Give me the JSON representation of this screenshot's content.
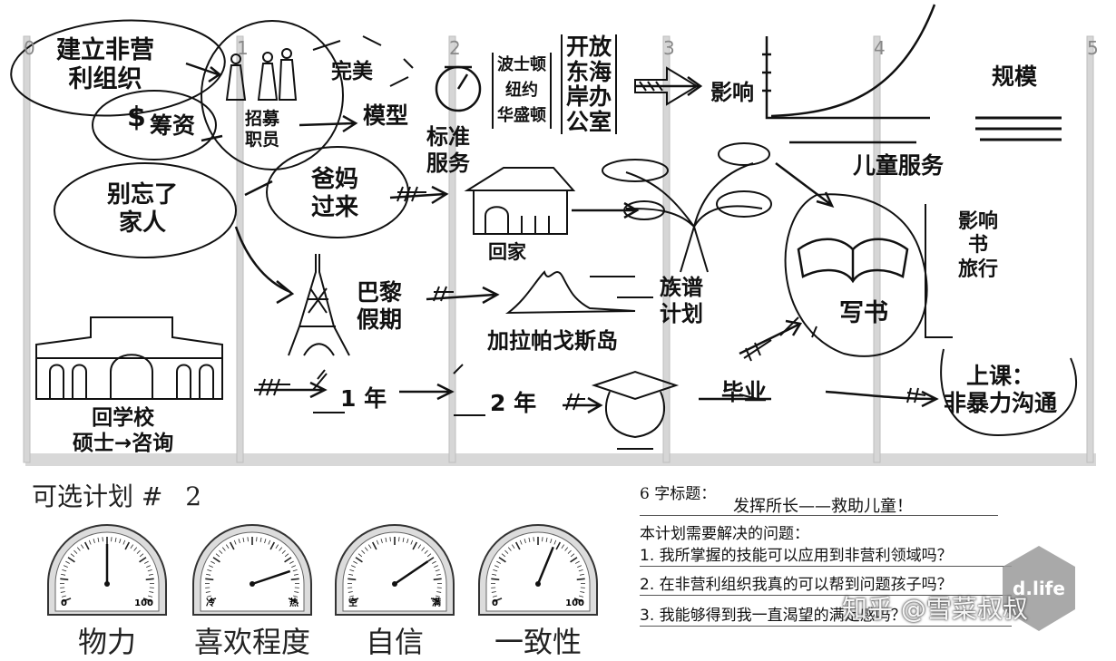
{
  "timeline": {
    "ticks": [
      "0",
      "1",
      "2",
      "3",
      "4",
      "5"
    ],
    "nodes": {
      "nonprofit": "建立非营\n利组织",
      "fundraise": "筹资",
      "recruit": "招募\n职员",
      "perfect": "完美",
      "model": "模型",
      "family": "别忘了\n家人",
      "parents": "爸妈\n过来",
      "standard": "标准\n服务",
      "cities": "波士顿\n纽约\n华盛顿",
      "office": "开放\n东海\n岸办\n公室",
      "influence": "影响",
      "scale": "规模",
      "child_service": "儿童服务",
      "home": "回家",
      "paris": "巴黎\n假期",
      "galapagos": "加拉帕戈斯岛",
      "genealogy": "族谱\n计划",
      "book": "写书",
      "book_side": "影响\n书\n旅行",
      "school": "回学校\n硕士→咨询",
      "year1": "1 年",
      "year2": "2 年",
      "graduate": "毕业",
      "course": "上课：\n非暴力沟通"
    }
  },
  "plan": {
    "label": "可选计划 #",
    "number": "2"
  },
  "gauges": [
    {
      "name": "物力",
      "min": "0",
      "max": "100",
      "level": 0.5
    },
    {
      "name": "喜欢程度",
      "min": "冷",
      "max": "热",
      "level": 0.82
    },
    {
      "name": "自信",
      "min": "空",
      "max": "满",
      "level": 0.75
    },
    {
      "name": "一致性",
      "min": "0",
      "max": "100",
      "level": 0.6
    }
  ],
  "title_block": {
    "label": "6 字标题：",
    "value": "发挥所长——救助儿童！"
  },
  "questions": {
    "heading": "本计划需要解决的问题：",
    "items": [
      "1. 我所掌握的技能可以应用到非营利领域吗？",
      "2. 在非营利组织我真的可以帮到问题孩子吗？",
      "3. 我能够得到我一直渴望的满足感吗？"
    ]
  },
  "watermark": {
    "text": "知乎 @雪菜叔叔",
    "badge": "d.life"
  }
}
